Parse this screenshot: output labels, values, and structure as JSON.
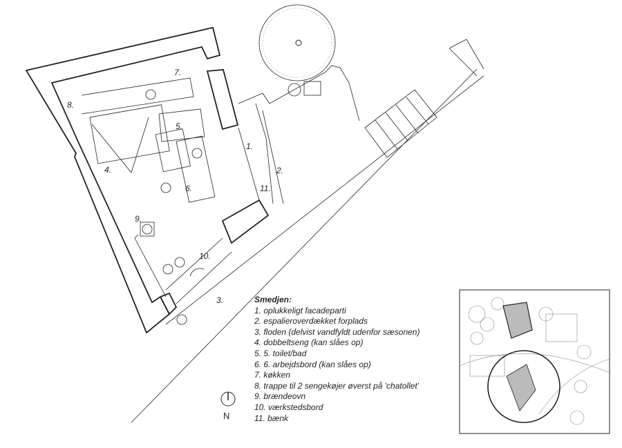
{
  "plan_labels": [
    "1.",
    "2.",
    "3.",
    "4.",
    "5.",
    "6.",
    "7.",
    "8.",
    "9.",
    "10.",
    "11."
  ],
  "legend": {
    "title": "Smedjen:",
    "items": [
      "1. oplukkeligt facadeparti",
      "2. espalieroverdækket forplads",
      "3. floden (delvist vandfyldt udenfor sæsonen)",
      "4. dobbeltseng (kan slåes op)",
      "5. 5. toilet/bad",
      "6. 6. arbejdsbord (kan slåes op)",
      "7. køkken",
      "8. trappe til 2 sengekøjer øverst på 'chatollet'",
      "9. brændeovn",
      "10. værkstedsbord",
      "11. bænk"
    ]
  },
  "north_label": "N"
}
